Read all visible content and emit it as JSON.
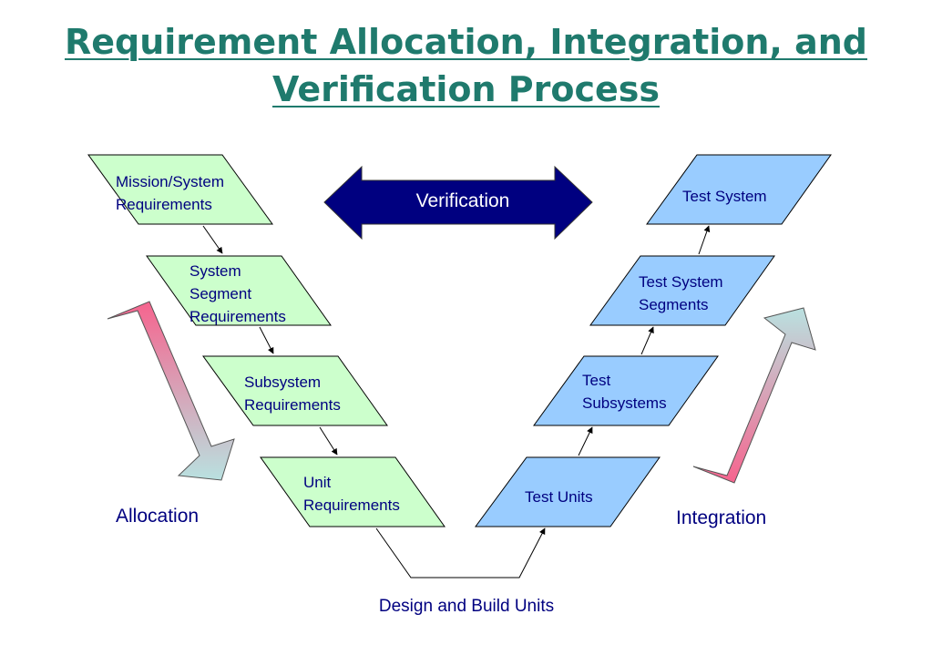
{
  "title": {
    "line1": "Requirement Allocation, Integration, and",
    "line2": "Verification Process"
  },
  "colors": {
    "title": "#1f7a6d",
    "label": "#000080",
    "requirement_fill": "#ccffcc",
    "test_fill": "#99ccff",
    "verification_fill": "#000080",
    "gradient_pink": "#f6648e",
    "gradient_teal": "#b9e1e0"
  },
  "left_boxes": [
    {
      "lines": [
        "Mission/System",
        "Requirements"
      ]
    },
    {
      "lines": [
        "System",
        "Segment",
        "Requirements"
      ]
    },
    {
      "lines": [
        "Subsystem",
        "Requirements"
      ]
    },
    {
      "lines": [
        "Unit",
        "Requirements"
      ]
    }
  ],
  "right_boxes": [
    {
      "lines": [
        "Test System"
      ]
    },
    {
      "lines": [
        "Test System",
        "Segments"
      ]
    },
    {
      "lines": [
        "Test",
        "Subsystems"
      ]
    },
    {
      "lines": [
        "Test Units"
      ]
    }
  ],
  "verification": {
    "label": "Verification"
  },
  "allocation": {
    "label": "Allocation"
  },
  "integration": {
    "label": "Integration"
  },
  "bottom": {
    "label": "Design and Build Units"
  }
}
